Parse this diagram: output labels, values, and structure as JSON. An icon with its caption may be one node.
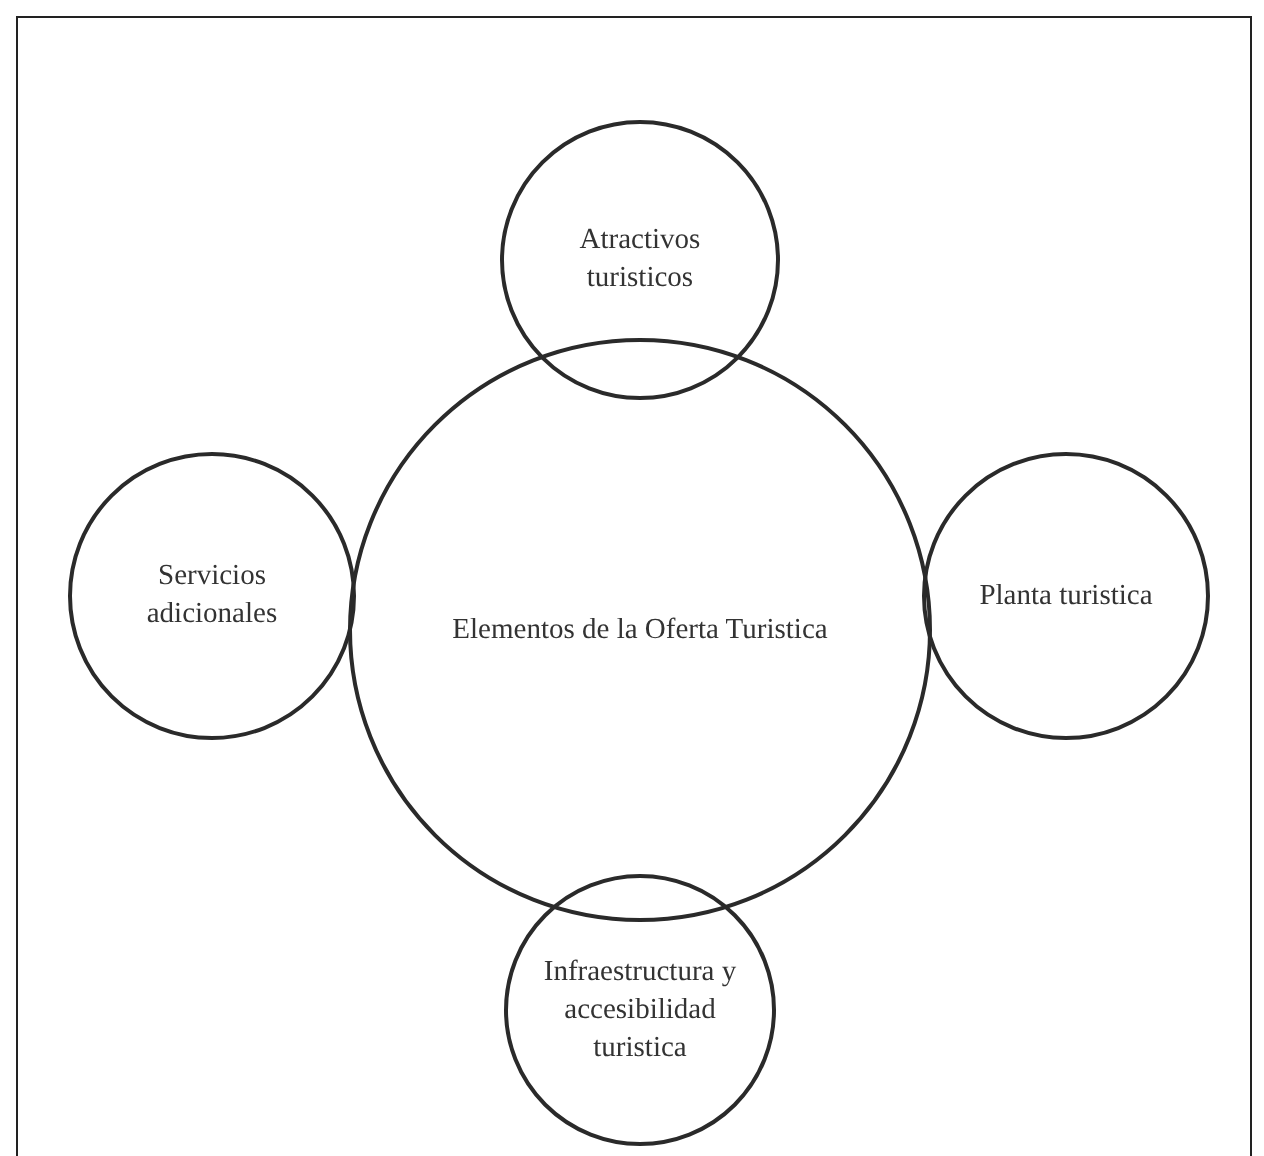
{
  "diagram": {
    "nodes": [
      {
        "text": [
          "Atractivos turisticos"
        ]
      },
      {
        "text": [
          "Servicios adicionales"
        ]
      },
      {
        "text": [
          "Elementos de la Oferta Turistica"
        ]
      },
      {
        "text": [
          "Planta turistica"
        ]
      },
      {
        "text": [
          "Infraestructura y accesibilidad turistica"
        ]
      }
    ],
    "edges": []
  }
}
